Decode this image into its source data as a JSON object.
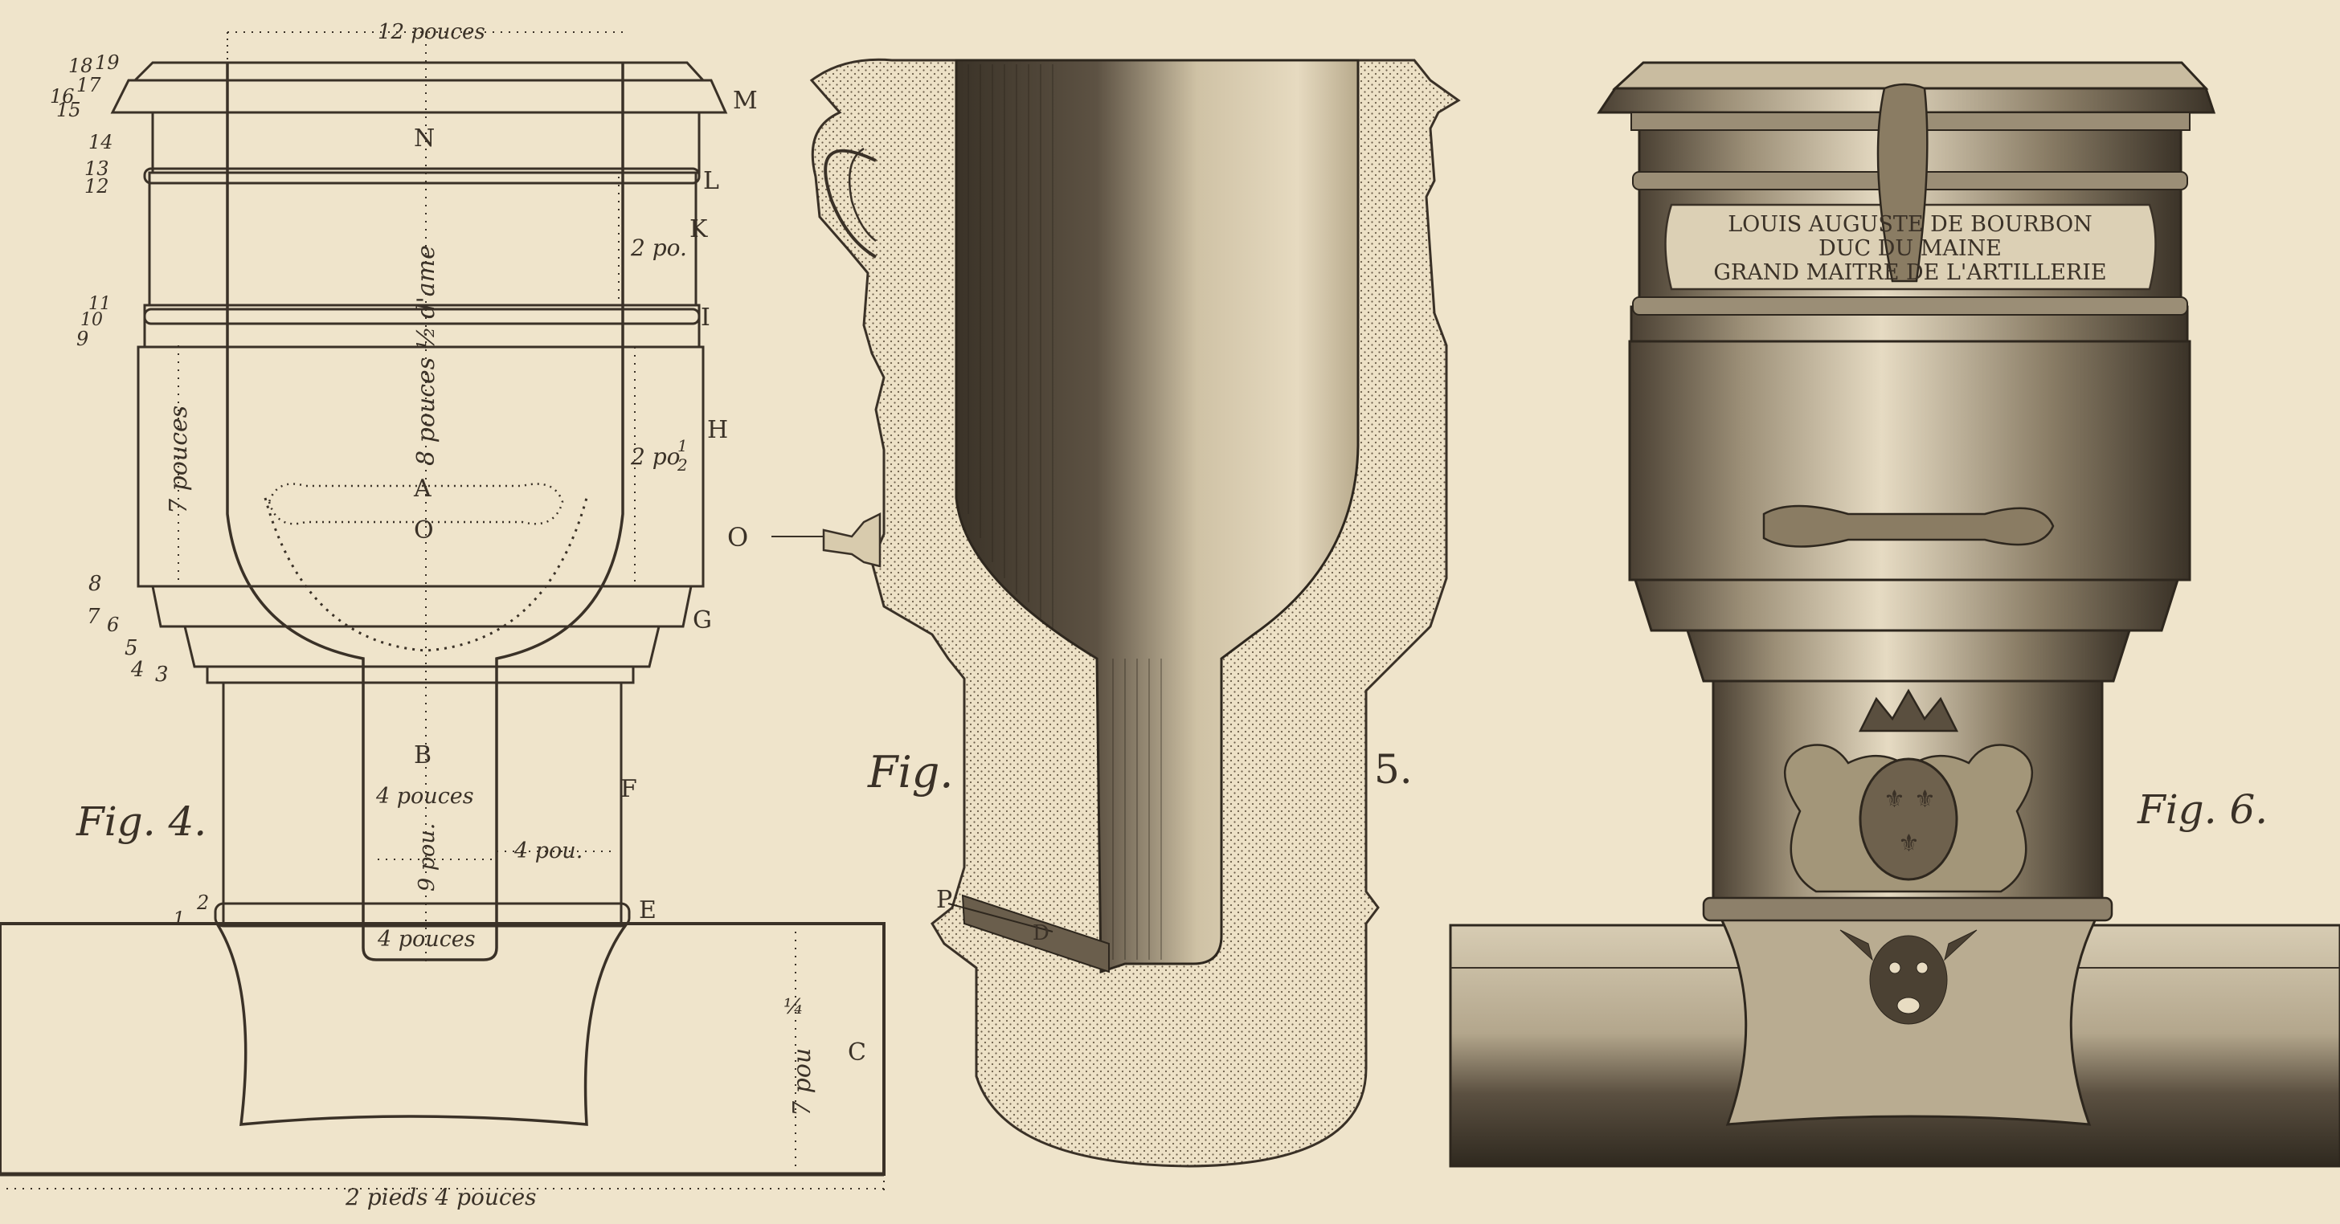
{
  "fig4": {
    "caption": "Fig. 4.",
    "top_dim": "12 pouces",
    "bottom_dim": "2 pieds 4 pouces",
    "bore_depth": "8 pouces ½ d'ame",
    "band_height": "7 pouces",
    "side_2po": "2 po.",
    "side_2po_half_a": "2 po",
    "side_2po_half_b": "1",
    "side_2po_half_c": "2",
    "neck_top": "4 pouces",
    "neck_height": "9 pou.",
    "neck_side": "4 pou.",
    "neck_bottom": "4 pouces",
    "base_height_a": "7 pou",
    "base_height_b": "¼",
    "letters": {
      "N": "N",
      "A": "A",
      "O": "O",
      "B": "B",
      "C": "C",
      "M": "M",
      "L": "L",
      "K": "K",
      "I": "I",
      "H": "H",
      "G": "G",
      "F": "F",
      "E": "E"
    },
    "scale_numbers": [
      "18",
      "19",
      "17",
      "16",
      "15",
      "14",
      "13",
      "12",
      "11",
      "10",
      "9",
      "8",
      "7",
      "6",
      "5",
      "4",
      "3",
      "2",
      "1"
    ]
  },
  "fig5": {
    "caption_left": "Fig.",
    "caption_right": "5.",
    "letters": {
      "O": "O",
      "P": "P",
      "D": "D"
    }
  },
  "fig6": {
    "caption": "Fig. 6.",
    "inscription": [
      "LOUIS AUGUSTE DE BOURBON",
      "DUC DU MAINE",
      "GRAND MAITRE DE L'ARTILLERIE"
    ]
  }
}
